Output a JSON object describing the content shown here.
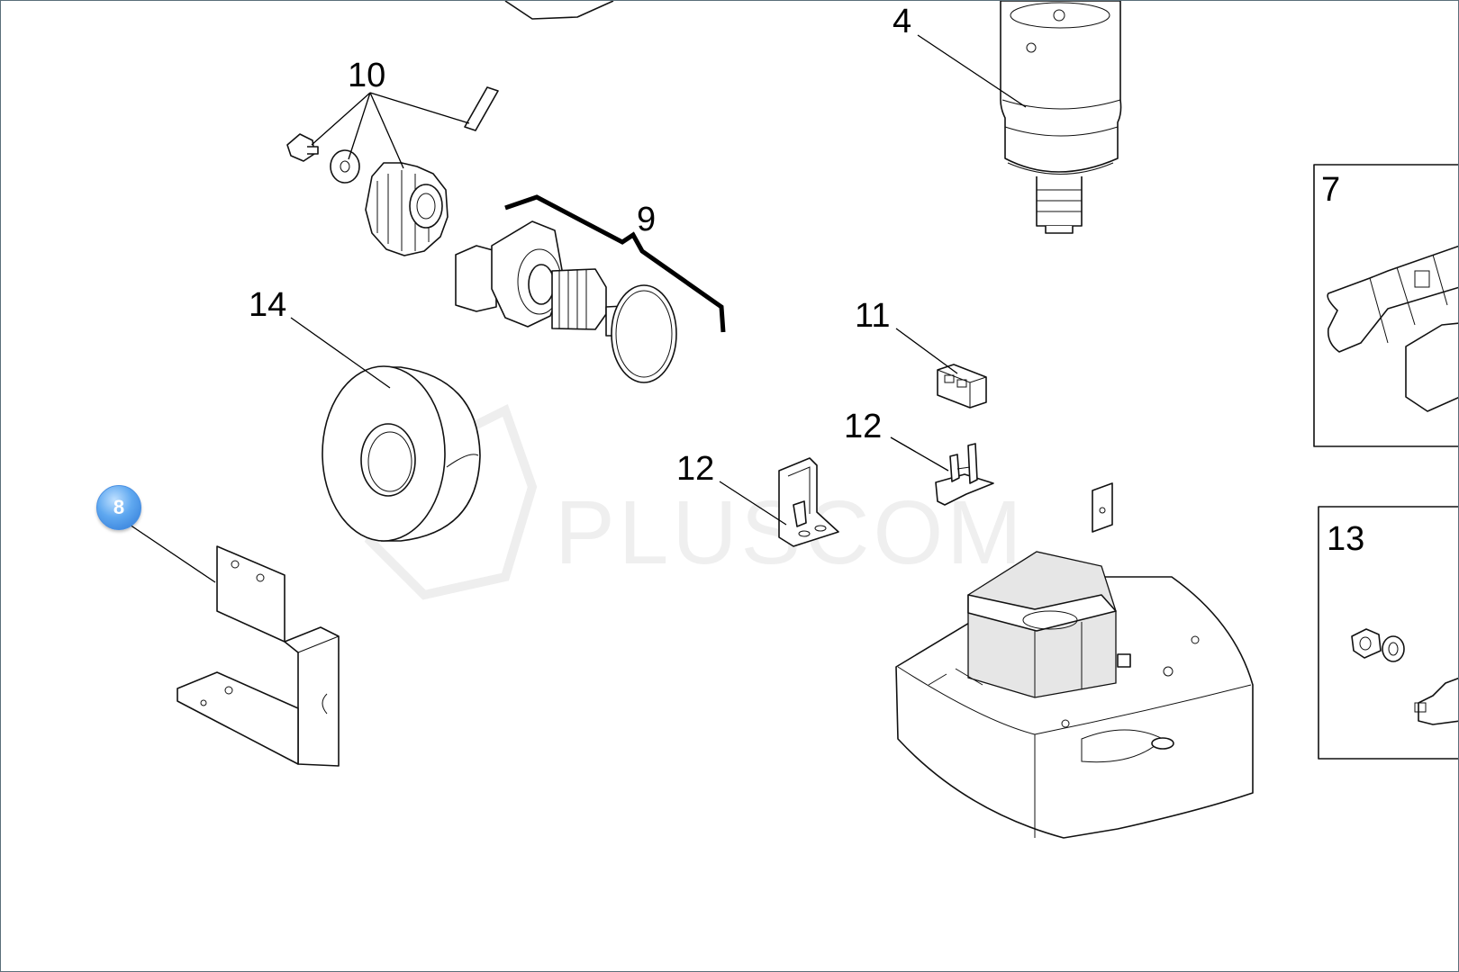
{
  "watermark": "PLUSCOM",
  "parts": [
    {
      "id": "part-4",
      "label": "4"
    },
    {
      "id": "part-7",
      "label": "7"
    },
    {
      "id": "part-8",
      "label": "8"
    },
    {
      "id": "part-9",
      "label": "9"
    },
    {
      "id": "part-10",
      "label": "10"
    },
    {
      "id": "part-11",
      "label": "11"
    },
    {
      "id": "part-12a",
      "label": "12"
    },
    {
      "id": "part-12b",
      "label": "12"
    },
    {
      "id": "part-13",
      "label": "13"
    },
    {
      "id": "part-14",
      "label": "14"
    }
  ],
  "highlight": {
    "label": "8",
    "color": "#4a90e2"
  }
}
